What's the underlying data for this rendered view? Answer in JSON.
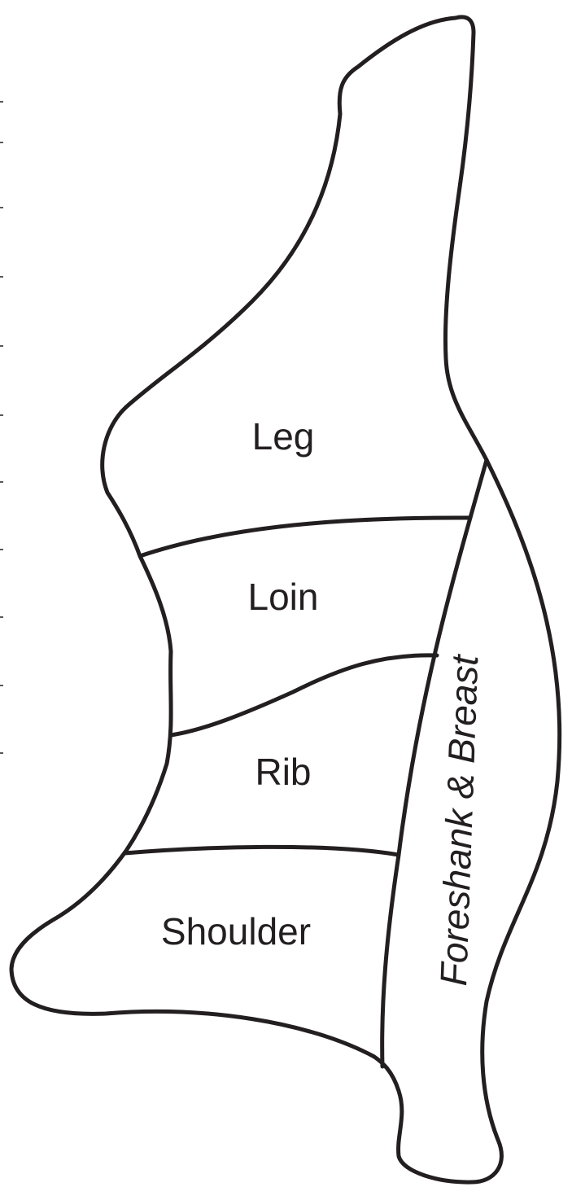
{
  "diagram": {
    "cuts": [
      {
        "id": "leg",
        "label": "Leg"
      },
      {
        "id": "loin",
        "label": "Loin"
      },
      {
        "id": "rib",
        "label": "Rib"
      },
      {
        "id": "shoulder",
        "label": "Shoulder"
      },
      {
        "id": "foreshank-breast",
        "label": "Foreshank & Breast"
      }
    ],
    "colors": {
      "line": "#231f20",
      "background": "#ffffff"
    }
  }
}
